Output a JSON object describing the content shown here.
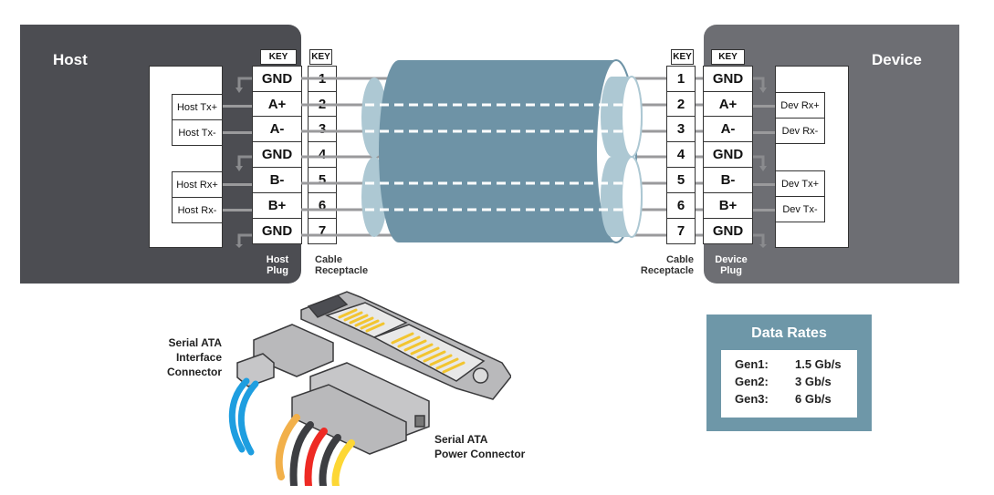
{
  "host": {
    "title": "Host",
    "signals": [
      "Host Tx+",
      "Host Tx-",
      "Host Rx+",
      "Host Rx-"
    ],
    "plug_key": "KEY",
    "plug_pins": [
      "GND",
      "A+",
      "A-",
      "GND",
      "B-",
      "B+",
      "GND"
    ],
    "plug_caption": [
      "Host",
      "Plug"
    ]
  },
  "cable": {
    "receptacle_key": "KEY",
    "pins": [
      "1",
      "2",
      "3",
      "4",
      "5",
      "6",
      "7"
    ],
    "left_caption": [
      "Cable",
      "Receptacle"
    ],
    "right_caption": [
      "Cable",
      "Receptacle"
    ],
    "color": "#6e93a6",
    "inner_color": "#adc8d3"
  },
  "device": {
    "title": "Device",
    "signals": [
      "Dev Rx+",
      "Dev Rx-",
      "Dev Tx+",
      "Dev Tx-"
    ],
    "plug_key": "KEY",
    "plug_pins": [
      "GND",
      "A+",
      "A-",
      "GND",
      "B-",
      "B+",
      "GND"
    ],
    "plug_caption": [
      "Device",
      "Plug"
    ]
  },
  "connectors": {
    "interface_label": [
      "Serial ATA",
      "Interface",
      "Connector"
    ],
    "power_label": [
      "Serial ATA",
      "Power Connector"
    ],
    "power_wire_colors": [
      "#f2b04a",
      "#3d3e42",
      "#ee2a24",
      "#3d3e42",
      "#fdd735"
    ],
    "interface_wire_color": "#1e9ee0"
  },
  "data_rates": {
    "title": "Data Rates",
    "rows": [
      {
        "gen": "Gen1:",
        "rate": "1.5 Gb/s"
      },
      {
        "gen": "Gen2:",
        "rate": "3 Gb/s"
      },
      {
        "gen": "Gen3:",
        "rate": "6 Gb/s"
      }
    ]
  }
}
